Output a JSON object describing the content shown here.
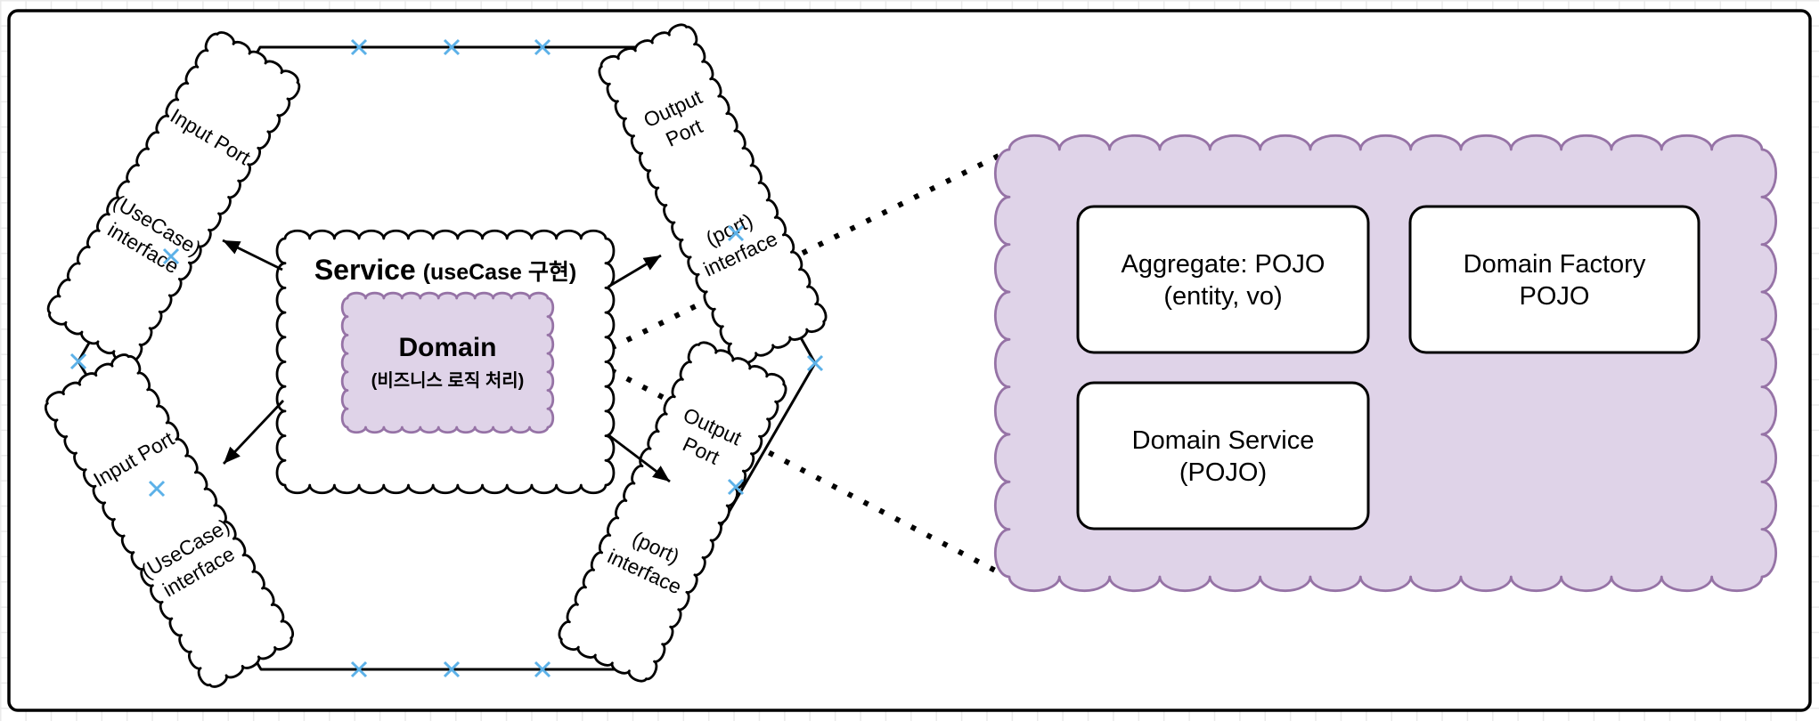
{
  "diagram": {
    "ports": [
      {
        "id": "input-port-top",
        "line1": "Input Port",
        "sub1": "(UseCase)",
        "sub2": "interface"
      },
      {
        "id": "output-port-top",
        "line1": "Output",
        "line2": "Port",
        "sub1": "(port)",
        "sub2": "interface"
      },
      {
        "id": "input-port-bottom",
        "line1": "Input Port",
        "sub1": "(UseCase)",
        "sub2": "interface"
      },
      {
        "id": "output-port-bottom",
        "line1": "Output",
        "line2": "Port",
        "sub1": "(port)",
        "sub2": "interface"
      }
    ],
    "service": {
      "title": "Service",
      "subtitle": "(useCase 구현)"
    },
    "domain": {
      "title": "Domain",
      "subtitle": "(비즈니스 로직 처리)"
    },
    "detail_cloud": {
      "boxes": [
        {
          "line1": "Aggregate: POJO",
          "line2": "(entity, vo)"
        },
        {
          "line1": "Domain Factory",
          "line2": "POJO"
        },
        {
          "line1": "Domain Service",
          "line2": "(POJO)"
        }
      ]
    },
    "colors": {
      "purple_fill": "#DFD3E8",
      "purple_stroke": "#9673A6",
      "connection_x_blue": "#5CB1E8",
      "ink": "#000000",
      "grid": "#EAEAEA"
    }
  }
}
